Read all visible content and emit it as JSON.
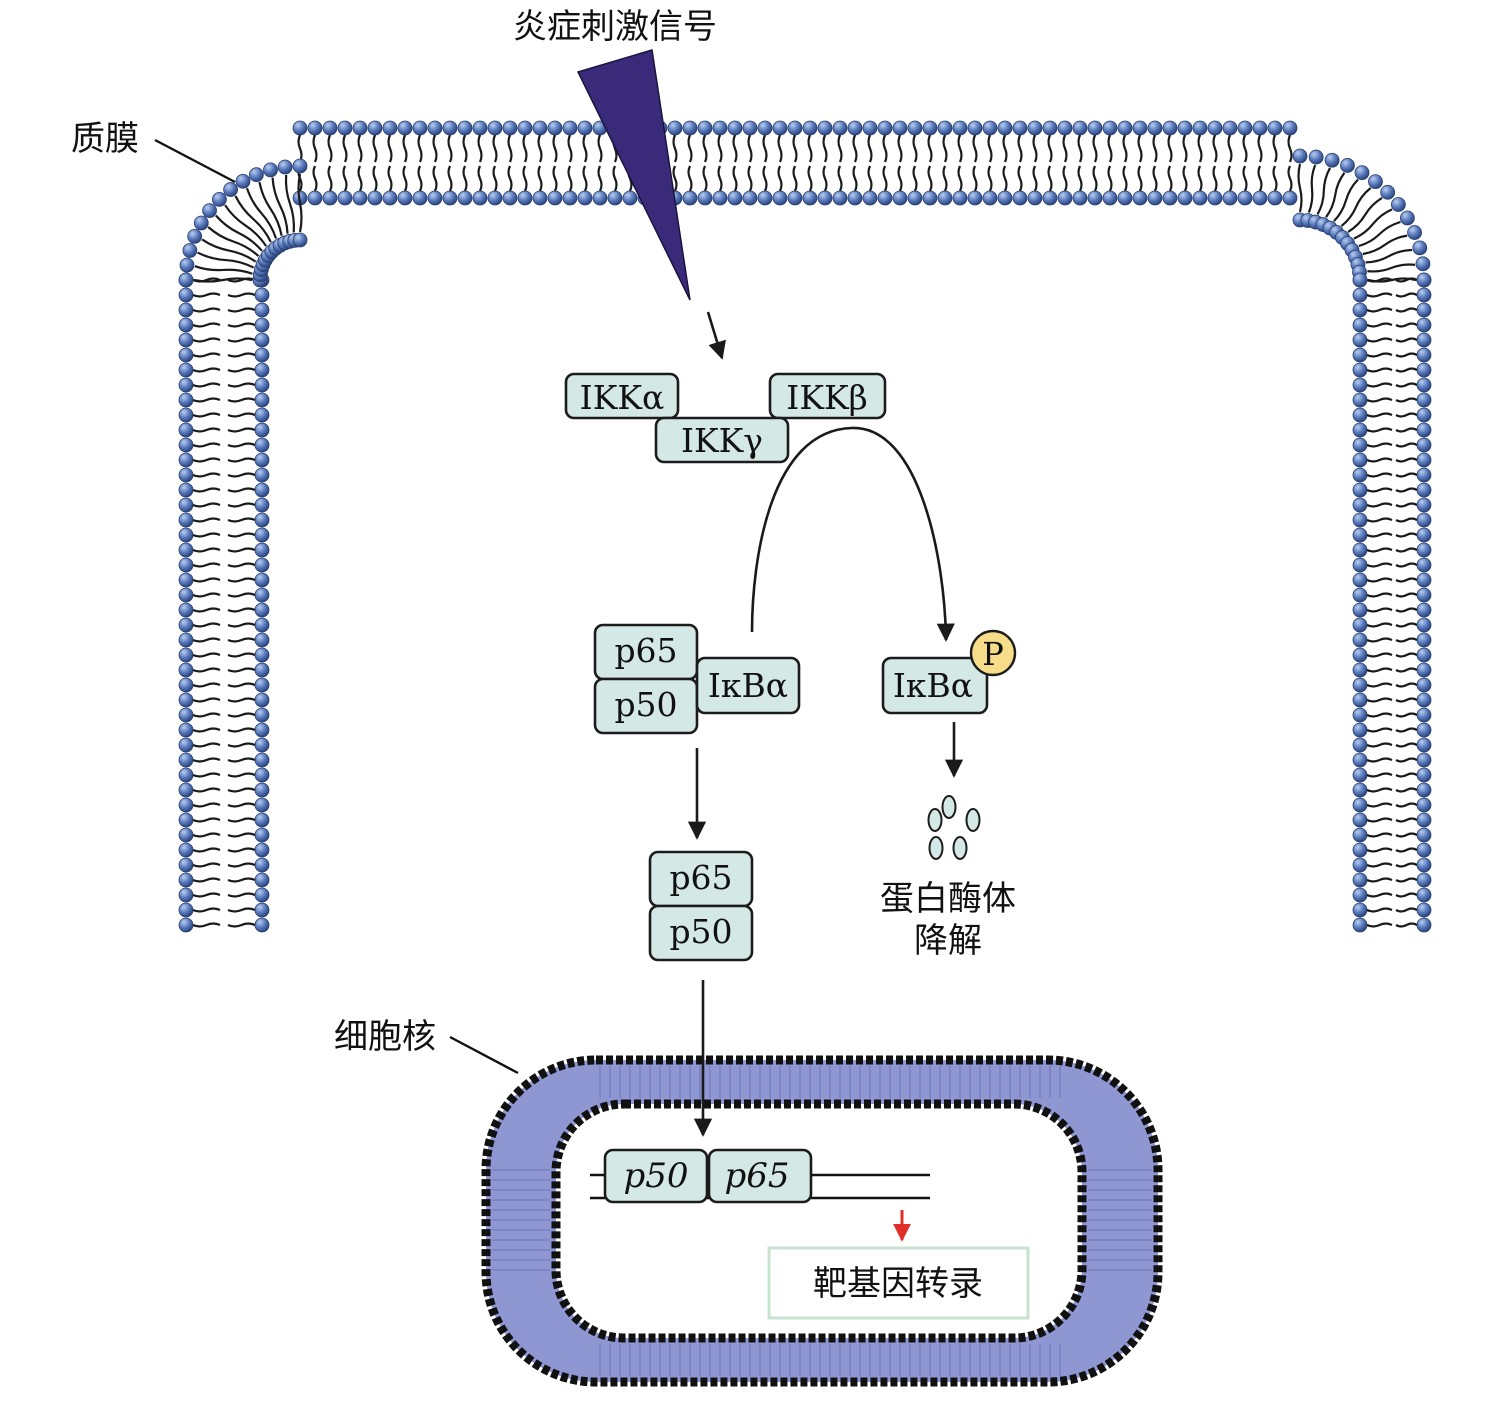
{
  "labels": {
    "signal": "炎症刺激信号",
    "plasma_membrane": "质膜",
    "nucleus": "细胞核",
    "proteasome": "蛋白酶体",
    "degradation": "降解",
    "target_transcription": "靶基因转录"
  },
  "proteins": {
    "ikk_alpha": "IKKα",
    "ikk_beta": "IKKβ",
    "ikk_gamma": "IKKγ",
    "p65": "p65",
    "p50": "p50",
    "ikb_alpha": "IκBα",
    "phospho": "P"
  },
  "genes": {
    "p50": "p50",
    "p65": "p65"
  },
  "colors": {
    "protein_fill": "#d4e9e6",
    "membrane_head": "#4d6fb0",
    "signal_wedge": "#3a2a7a",
    "nuclear_envelope": "#8e97d2",
    "phospho_fill": "#f7dc8a",
    "transcription_arrow": "#e0302a",
    "transcription_box_border": "#c8e2d0"
  }
}
